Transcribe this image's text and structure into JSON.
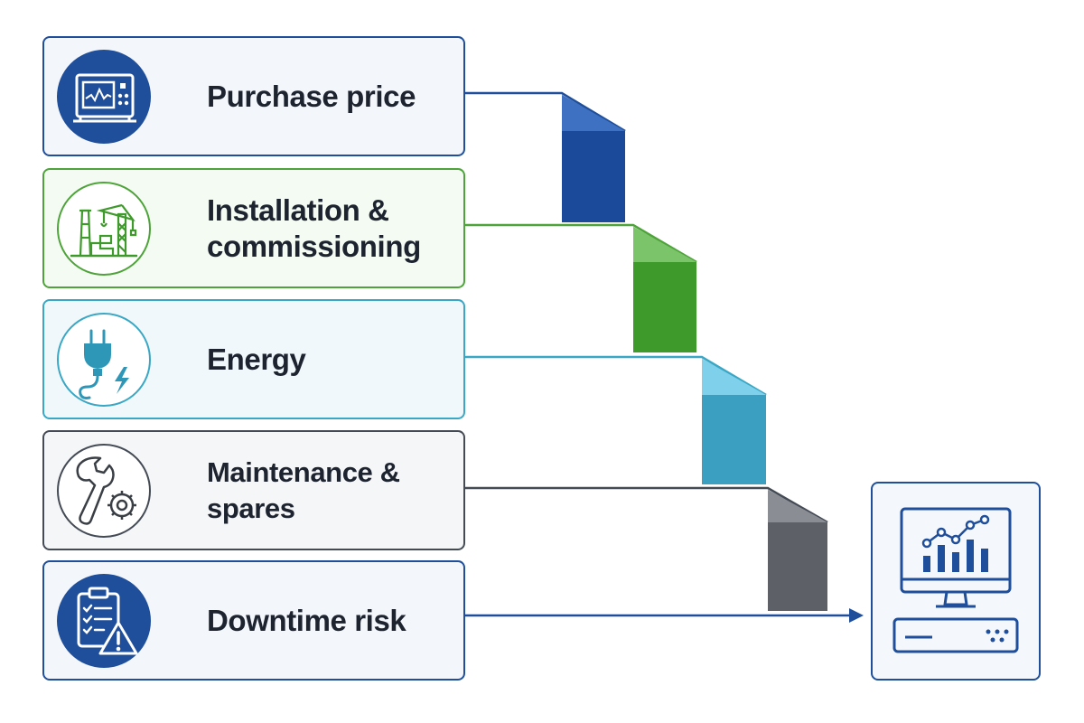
{
  "colors": {
    "blue": "#1f4f9b",
    "green": "#4ea43a",
    "teal": "#3aa7c4",
    "gray": "#444b55",
    "navy_fill": "#1c4a9a"
  },
  "stages": [
    {
      "label": "Purchase price",
      "icon": "equipment-monitor-icon",
      "color": "blue"
    },
    {
      "label": "Installation &\ncommissioning",
      "icon": "crane-factory-icon",
      "color": "green"
    },
    {
      "label": "Energy",
      "icon": "power-plug-icon",
      "color": "teal"
    },
    {
      "label": "Maintenance & spares",
      "icon": "wrench-gear-icon",
      "color": "gray"
    },
    {
      "label": "Downtime risk",
      "icon": "clipboard-warning-icon",
      "color": "blue"
    }
  ],
  "result": {
    "icon": "analytics-computer-icon"
  }
}
